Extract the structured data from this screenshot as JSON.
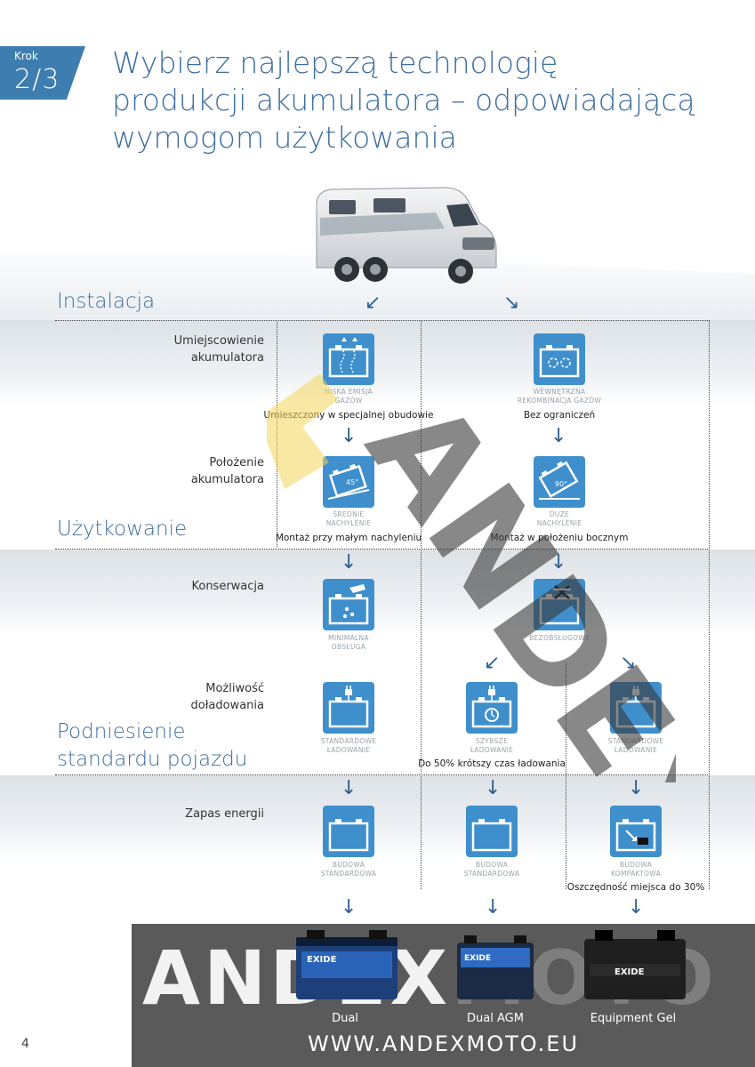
{
  "step": {
    "word": "Krok",
    "number": "2/3"
  },
  "headline": [
    "Wybierz najlepszą technologię",
    "produkcji akumulatora – odpowiadającą",
    "wymogom użytkowania"
  ],
  "sections": {
    "installation": "Instalacja",
    "usage": "Użytkowanie",
    "upgrade": [
      "Podniesienie",
      "standardu pojazdu"
    ]
  },
  "rows": {
    "placement": [
      "Umiejscowienie",
      "akumulatora"
    ],
    "position": [
      "Położenie",
      "akumulatora"
    ],
    "maintenance": "Konserwacja",
    "recharge": [
      "Możliwość",
      "doładowania"
    ],
    "reserve": "Zapas energii"
  },
  "cells": {
    "low_gas": {
      "caption": [
        "NISKA EMISJA",
        "GAZÓW"
      ],
      "note": "Umieszczony w specjalnej obudowie"
    },
    "internal_recomb": {
      "caption": [
        "WEWNĘTRZNA",
        "REKOMBINACJA GAZÓW"
      ],
      "note": "Bez ograniczeń"
    },
    "mid_tilt": {
      "caption": [
        "ŚREDNIE",
        "NACHYLENIE"
      ],
      "note": "Montaż przy małym nachyleniu",
      "angle": "45°"
    },
    "high_tilt": {
      "caption": [
        "DUŻE",
        "NACHYLENIE"
      ],
      "note": "Montaż w położeniu bocznym",
      "angle": "90°"
    },
    "min_service": {
      "caption": [
        "MINIMALNA",
        "OBSŁUGA"
      ]
    },
    "no_service": {
      "caption": [
        "BEZOBSŁUGOWY"
      ]
    },
    "std_charge_1": {
      "caption": [
        "STANDARDOWE",
        "ŁADOWANIE"
      ]
    },
    "fast_charge": {
      "caption": [
        "SZYBSZE",
        "ŁADOWANIE"
      ],
      "note": "Do 50% krótszy czas ładowania"
    },
    "std_charge_2": {
      "caption": [
        "STANDARDOWE",
        "ŁADOWANIE"
      ]
    },
    "std_build_1": {
      "caption": [
        "BUDOWA",
        "STANDARDOWA"
      ]
    },
    "std_build_2": {
      "caption": [
        "BUDOWA",
        "STANDARDOWA"
      ]
    },
    "compact_build": {
      "caption": [
        "BUDOWA",
        "KOMPAKTOWA"
      ],
      "note": "Oszczędność miejsca do 30%"
    }
  },
  "products": [
    "Dual",
    "Dual AGM",
    "Equipment Gel"
  ],
  "battery_brand": "EXIDE",
  "banner": {
    "brand_a": "ANDEX",
    "brand_b": "MOTO",
    "url": "WWW.ANDEXMOTO.EU"
  },
  "watermark": "ANDEX",
  "page_number": "4",
  "colors": {
    "accent": "#3e6f9e",
    "icon_blue": "#3e8fcc",
    "arrow": "#2f5f8e",
    "banner": "#5a5a5a"
  }
}
